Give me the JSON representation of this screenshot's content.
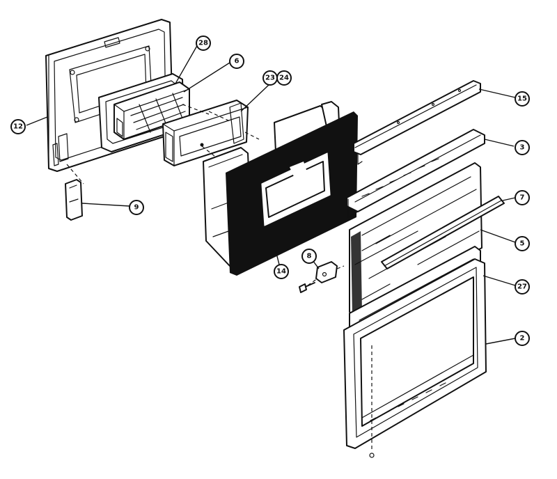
{
  "colors": {
    "ink": "#111111",
    "paper": "#ffffff"
  },
  "callouts": {
    "c12": "12",
    "c28": "28",
    "c6": "6",
    "c23": "23",
    "c24": "24",
    "c15": "15",
    "c3": "3",
    "c7": "7",
    "c5": "5",
    "c27": "27",
    "c2": "2",
    "c9": "9",
    "c14": "14",
    "c8": "8"
  }
}
